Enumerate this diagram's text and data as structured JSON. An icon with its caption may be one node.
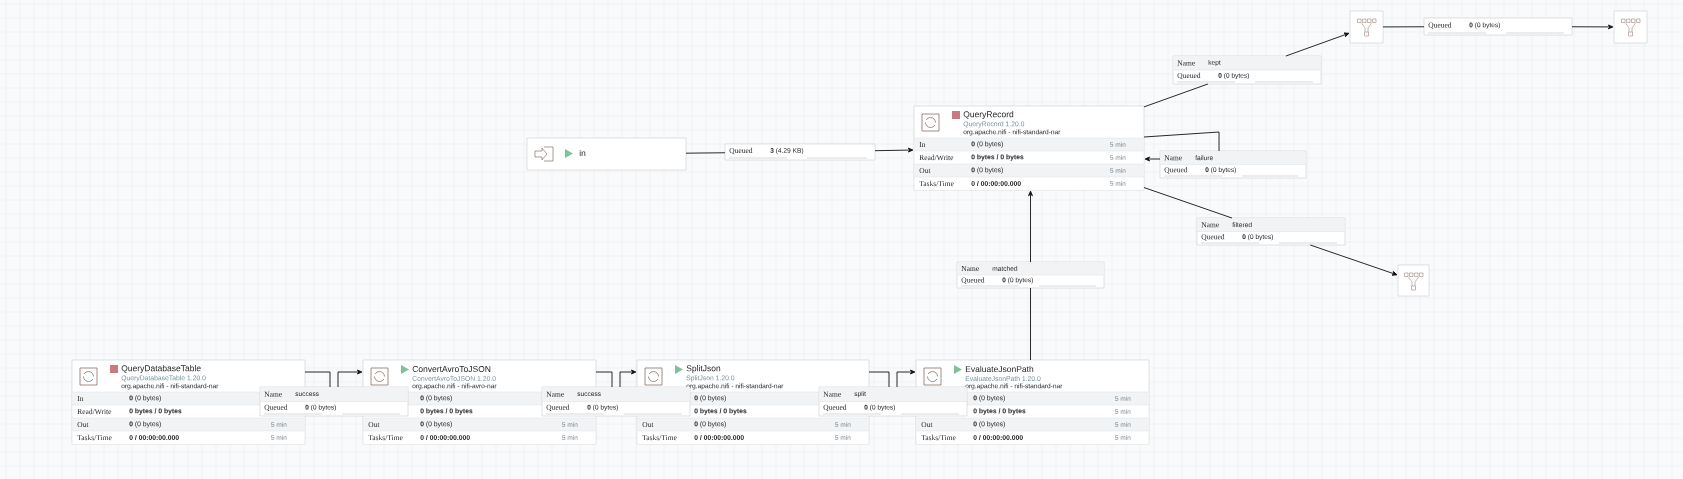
{
  "diagram": {
    "nodes": [
      {
        "text": [],
        "shape": "box"
      },
      {
        "text": [
          "Queued",
          "**0** (0 bytes)"
        ]
      },
      {
        "text": [],
        "shape": "box"
      },
      {
        "text": [
          "Name",
          "kept",
          "Queued",
          "**0** (0 bytes)"
        ]
      },
      {
        "text": [
          "QueryRecord",
          "QueryRecord 1.20.0",
          "org.apache.nifi - nifi-standard-nar",
          "In",
          "**0** (0 bytes)",
          "5 min",
          "Read/Write",
          "0 bytes / 0 bytes",
          "5 min",
          "Out",
          "**0** (0 bytes)",
          "5 min",
          "Tasks/Time",
          "0 / 00:00:00.000",
          "5 min"
        ]
      },
      {
        "text": [
          "in"
        ]
      },
      {
        "text": [
          "Queued",
          "**3** (4.29 KB)"
        ]
      },
      {
        "text": [
          "Name",
          "failure",
          "Queued",
          "**0** (0 bytes)"
        ]
      },
      {
        "text": [
          "Name",
          "filtered",
          "Queued",
          "**0** (0 bytes)"
        ]
      },
      {
        "text": [
          "Name",
          "matched",
          "Queued",
          "**0** (0 bytes)"
        ]
      },
      {
        "text": [],
        "shape": "box"
      },
      {
        "text": [
          "QueryDatabaseTable",
          "QueryDatabaseTable 1.20.0",
          "org.apache.nifi - nifi-standard-nar",
          "In",
          "**0** (0 bytes)",
          "Read/Write",
          "0 bytes / 0 bytes",
          "Out",
          "**0** (0 bytes)",
          "5 min",
          "Tasks/Time",
          "0 / 00:00:00.000",
          "5 min"
        ]
      },
      {
        "text": [
          "Name",
          "success",
          "Queued",
          "**0** (0 bytes)"
        ]
      },
      {
        "text": [
          "ConvertAvroToJSON",
          "ConvertAvroToJSON 1.20.0",
          "org.apache.nifi - nifi-avro-nar",
          "**0** (0 bytes)",
          "0 bytes / 0 bytes",
          "Out",
          "**0** (0 bytes)",
          "5 min",
          "Tasks/Time",
          "0 / 00:00:00.000",
          "5 min"
        ]
      },
      {
        "text": [
          "Name",
          "success",
          "Queued",
          "**0** (0 bytes)"
        ]
      },
      {
        "text": [
          "SplitJson",
          "SplitJson 1.20.0",
          "org.apache.nifi - nifi-standard-nar",
          "**0** (0 bytes)",
          "0 bytes / 0 bytes",
          "Out",
          "**0** (0 bytes)",
          "5 min",
          "Tasks/Time",
          "0 / 00:00:00.000",
          "5 min"
        ]
      },
      {
        "text": [
          "Name",
          "split",
          "Queued",
          "**0** (0 bytes)"
        ]
      },
      {
        "text": [
          "EvaluateJsonPath",
          "EvaluateJsonPath 1.20.0",
          "org.apache.nifi - nifi-standard-nar",
          "**0** (0 bytes)",
          "5 min",
          "0 bytes / 0 bytes",
          "5 min",
          "Out",
          "**0** (0 bytes)",
          "5 min",
          "Tasks/Time",
          "0 / 00:00:00.000",
          "5 min"
        ]
      }
    ],
    "edges": [
      {
        "from": 5,
        "to": 6,
        "arrow": "none"
      },
      {
        "from": 6,
        "to": 4,
        "arrow": "to"
      },
      {
        "from": 4,
        "to": 3,
        "arrow": "none"
      },
      {
        "from": 3,
        "to": 0,
        "arrow": "to"
      },
      {
        "from": 0,
        "to": 1,
        "arrow": "none"
      },
      {
        "from": 1,
        "to": 2,
        "arrow": "to"
      },
      {
        "from": 4,
        "to": 7,
        "arrow": "none"
      },
      {
        "from": 7,
        "to": 4,
        "arrow": "to"
      },
      {
        "from": 4,
        "to": 8,
        "arrow": "none"
      },
      {
        "from": 8,
        "to": 10,
        "arrow": "to"
      },
      {
        "from": 17,
        "to": 9,
        "arrow": "none"
      },
      {
        "from": 9,
        "to": 4,
        "arrow": "to"
      },
      {
        "from": 11,
        "to": 12,
        "arrow": "none"
      },
      {
        "from": 12,
        "to": 13,
        "arrow": "to"
      },
      {
        "from": 13,
        "to": 14,
        "arrow": "none"
      },
      {
        "from": 14,
        "to": 15,
        "arrow": "to"
      },
      {
        "from": 15,
        "to": 16,
        "arrow": "none"
      },
      {
        "from": 16,
        "to": 17,
        "arrow": "to"
      }
    ]
  }
}
